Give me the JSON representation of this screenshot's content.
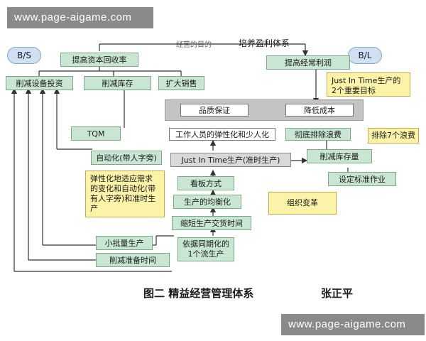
{
  "watermark": "www.page-aigame.com",
  "bs_label": "B/S",
  "bl_label": "B/L",
  "purpose_label": "经营的目的",
  "system_title": "培养盈利体系",
  "nodes": {
    "improve_return": "提高资本回收率",
    "improve_profit": "提高经常利润",
    "reduce_equipment": "削减设备投资",
    "reduce_inventory": "削减库存",
    "expand_sales": "扩大销售",
    "quality": "品质保证",
    "reduce_cost": "降低成本",
    "tqm": "TQM",
    "worker_flex": "工作人员的弹性化和少人化",
    "eliminate_waste": "彻底排除浪费",
    "automation": "自动化(带人字旁)",
    "jit": "Just In Time生产(准时生产)",
    "cut_stock": "削减库存量",
    "kanban": "看板方式",
    "std_work": "设定标准作业",
    "leveling": "生产的均衡化",
    "shorten_lead": "缩短生产交货时间",
    "small_lot": "小批量生产",
    "one_piece": "依据同期化的1个流生产",
    "cut_setup": "削减准备时间"
  },
  "notes": {
    "jit_goals": "Just In Time生产的2个重要目标",
    "seven_wastes": "排除7个浪费",
    "flex_adapt": "弹性化地适应需求的变化和自动化(带有人字旁)和准时生产",
    "org_reform": "组织变革"
  },
  "caption": "图二  精益经营管理体系",
  "author": "张正平"
}
